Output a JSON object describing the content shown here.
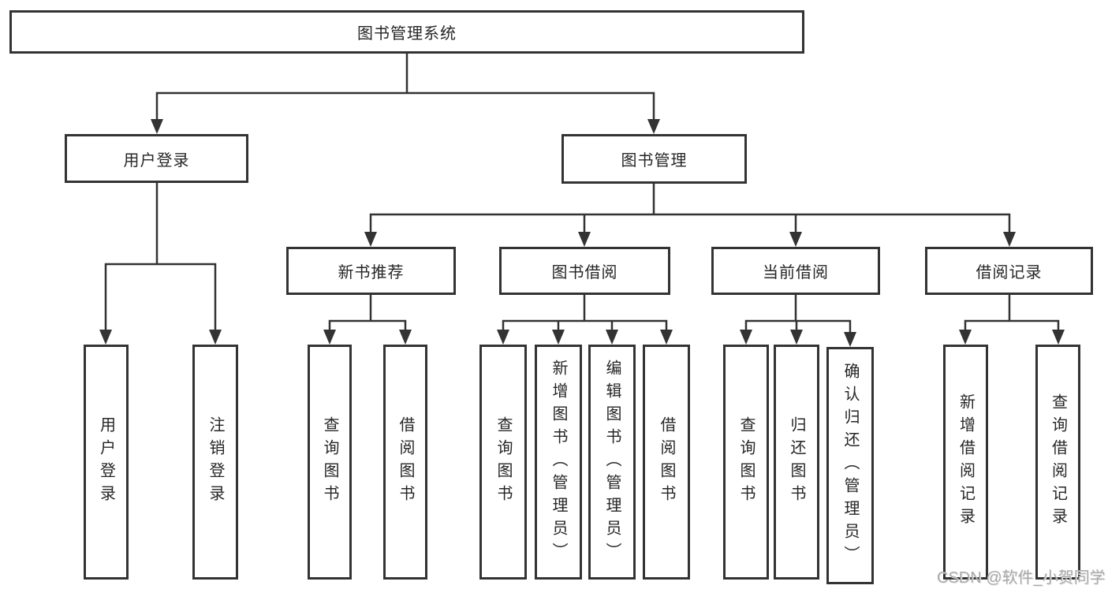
{
  "tree": {
    "root": {
      "label": "图书管理系统"
    },
    "branches": [
      {
        "label": "用户登录",
        "leaves": [
          "用户登录",
          "注销登录"
        ]
      },
      {
        "label": "图书管理",
        "groups": [
          {
            "label": "新书推荐",
            "leaves": [
              "查询图书",
              "借阅图书"
            ]
          },
          {
            "label": "图书借阅",
            "leaves": [
              "查询图书",
              "新增图书（管理员）",
              "编辑图书（管理员）",
              "借阅图书"
            ]
          },
          {
            "label": "当前借阅",
            "leaves": [
              "查询图书",
              "归还图书",
              "确认归还（管理员）"
            ]
          },
          {
            "label": "借阅记录",
            "leaves": [
              "新增借阅记录",
              "查询借阅记录"
            ]
          }
        ]
      }
    ]
  },
  "watermark": {
    "text": "CSDN @软件_小贺同学"
  },
  "colors": {
    "line": "#333333",
    "text": "#262626",
    "watermark": "#a9a9a9",
    "bg": "#ffffff"
  }
}
